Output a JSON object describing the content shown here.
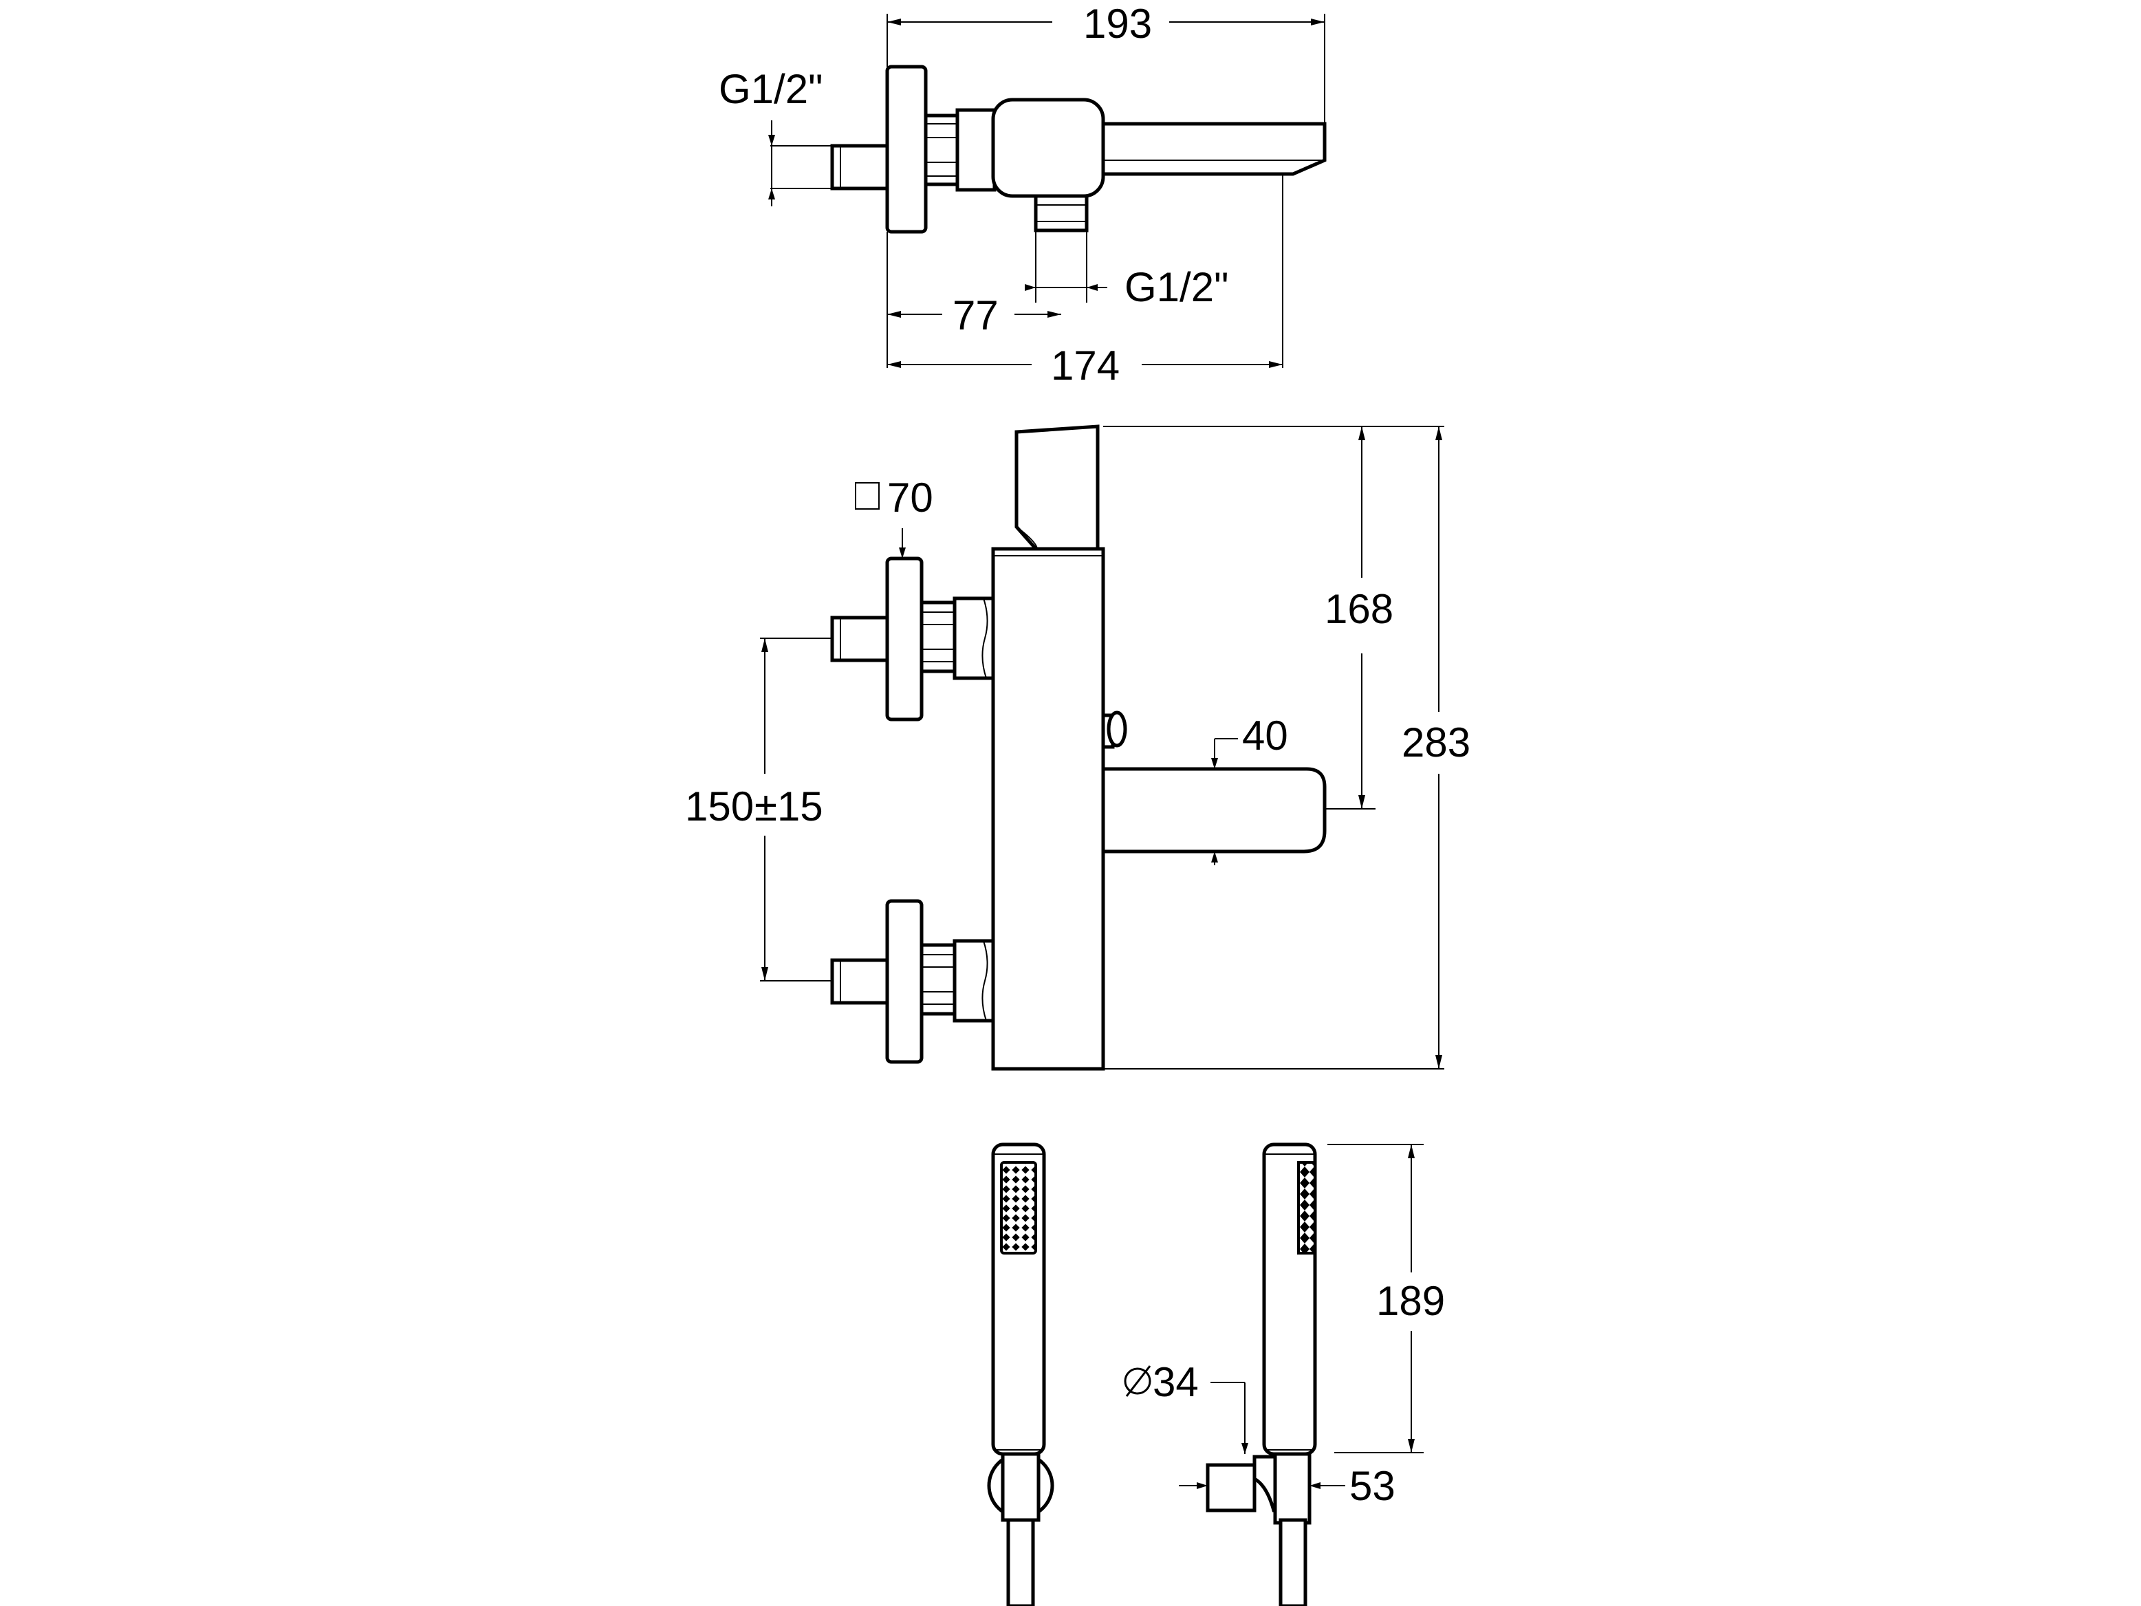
{
  "dimensions": {
    "top_width_total": "193",
    "top_thread_inlet": "G1/2\"",
    "top_thread_outlet": "G1/2\"",
    "top_offset": "77",
    "top_depth": "174",
    "flange_square": "70",
    "center_distance": "150",
    "center_tolerance": "±15",
    "spout_height": "168",
    "spout_thickness": "40",
    "total_height": "283",
    "handshower_length": "189",
    "handshower_diameter": "34",
    "holder_depth": "53"
  },
  "symbols": {
    "square_symbol": "□",
    "diameter_symbol": "∅"
  }
}
